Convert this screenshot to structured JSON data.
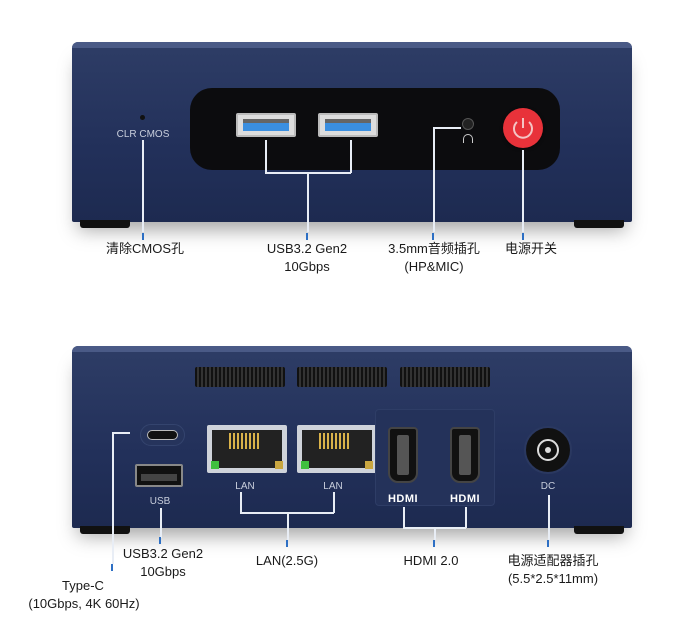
{
  "front_panel": {
    "clr_cmos_marking": "CLR CMOS",
    "labels": {
      "clear_cmos": "清除CMOS孔",
      "usb_line1": "USB3.2 Gen2",
      "usb_line2": "10Gbps",
      "audio_line1": "3.5mm音频插孔",
      "audio_line2": "(HP&MIC)",
      "power": "电源开关"
    },
    "icons": [
      "usb-a-port",
      "audio-jack",
      "headset-icon",
      "power-icon"
    ],
    "power_color": "#e8323a"
  },
  "rear_panel": {
    "markings": {
      "usb": "USB",
      "lan1": "LAN",
      "lan2": "LAN",
      "hdmi1": "HDMI",
      "hdmi2": "HDMI",
      "dc": "DC"
    },
    "labels": {
      "typec_line1": "Type-C",
      "typec_line2": "(10Gbps, 4K 60Hz)",
      "usb_line1": "USB3.2 Gen2",
      "usb_line2": "10Gbps",
      "lan": "LAN(2.5G)",
      "hdmi": "HDMI 2.0",
      "dc_line1": "电源适配器插孔",
      "dc_line2": "(5.5*2.5*11mm)"
    }
  }
}
